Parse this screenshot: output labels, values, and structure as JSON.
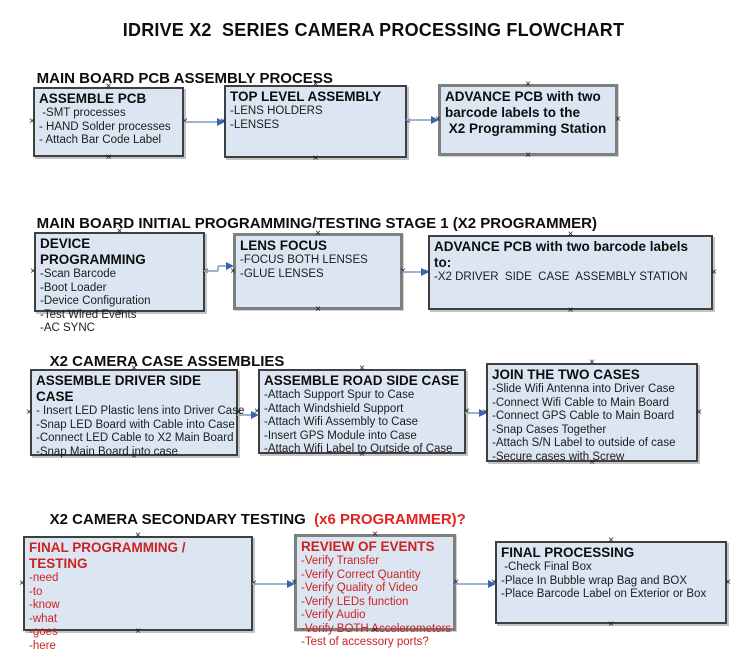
{
  "title": "IDRIVE X2  SERIES CAMERA PROCESSING FLOWCHART",
  "colors": {
    "box_fill": "#dce6f2",
    "box_border": "#3f3f3f",
    "box_border_selected": "#7f7f7f",
    "arrow_line": "#8fa9cc",
    "arrow_head": "#3a64ad",
    "red_text": "#cc2222",
    "heading_red": "#e32222"
  },
  "sections": [
    {
      "heading": "MAIN BOARD PCB ASSEMBLY PROCESS"
    },
    {
      "heading": "MAIN BOARD INITIAL PROGRAMMING/TESTING STAGE 1 (X2 PROGRAMMER)"
    },
    {
      "heading": "X2 CAMERA CASE ASSEMBLIES"
    },
    {
      "heading": "X2 CAMERA SECONDARY TESTING",
      "heading_suffix": "  (x6 PROGRAMMER)?"
    }
  ],
  "boxes": [
    {
      "title": "ASSEMBLE PCB",
      "items": [
        " -SMT processes",
        "- HAND Solder processes",
        "- Attach Bar Code Label"
      ]
    },
    {
      "title": "TOP LEVEL ASSEMBLY",
      "items": [
        "-LENS HOLDERS",
        "-LENSES"
      ]
    },
    {
      "title": "ADVANCE PCB with two\nbarcode labels to the\n X2 Programming Station",
      "items": []
    },
    {
      "title": "DEVICE PROGRAMMING",
      "items": [
        "-Scan Barcode",
        "-Boot Loader",
        "-Device Configuration",
        "-Test Wired Events",
        "-AC SYNC"
      ]
    },
    {
      "title": "LENS FOCUS",
      "items": [
        "-FOCUS BOTH LENSES",
        "-GLUE LENSES"
      ]
    },
    {
      "title": "ADVANCE PCB with two barcode labels to:",
      "items": [
        "-X2 DRIVER  SIDE  CASE  ASSEMBLY STATION"
      ]
    },
    {
      "title": "ASSEMBLE DRIVER SIDE CASE",
      "items": [
        "- Insert LED Plastic lens into Driver Case",
        "-Snap LED Board with Cable into Case",
        "-Connect LED Cable to X2 Main Board",
        "-Snap Main Board into case"
      ]
    },
    {
      "title": "ASSEMBLE ROAD SIDE CASE",
      "items": [
        "-Attach Support Spur to Case",
        "-Attach Windshield Support",
        "-Attach Wifi Assembly to Case",
        "-Insert GPS Module into Case",
        "-Attach Wifi Label to Outside of Case"
      ]
    },
    {
      "title": "JOIN THE TWO CASES",
      "items": [
        "-Slide Wifi Antenna into Driver Case",
        "-Connect Wifi Cable to Main Board",
        "-Connect GPS Cable to Main Board",
        "-Snap Cases Together",
        "-Attach S/N Label to outside of case",
        "-Secure cases with Screw"
      ]
    },
    {
      "title": "FINAL PROGRAMMING / TESTING",
      "items": [
        "-need",
        "-to",
        "-know",
        "-what",
        "-goes",
        "-here"
      ]
    },
    {
      "title": "REVIEW OF EVENTS",
      "items": [
        "-Verify Transfer",
        "-Verify Correct Quantity",
        "-Verify Quality of Video",
        "-Verify LEDs function",
        "-Verify Audio",
        "-Verify BOTH Accelerometers",
        "-Test of accessory ports?"
      ]
    },
    {
      "title": "FINAL PROCESSING",
      "items": [
        " -Check Final Box",
        "-Place In Bubble wrap Bag and BOX",
        "-Place Barcode Label on Exterior or Box"
      ]
    }
  ]
}
